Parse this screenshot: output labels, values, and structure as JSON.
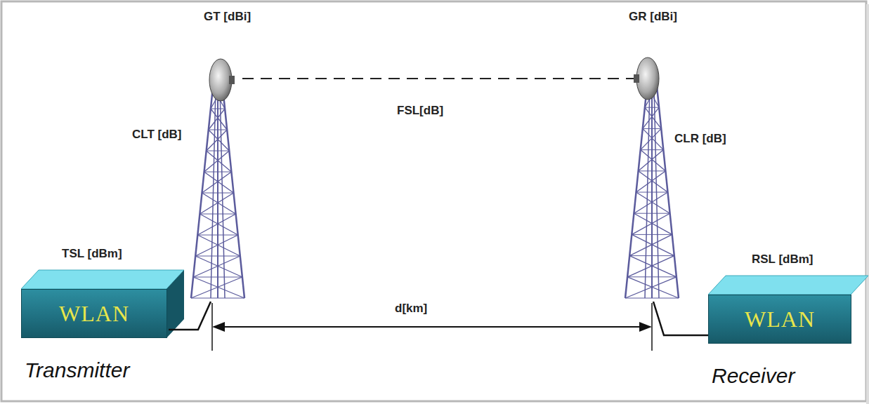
{
  "diagram": {
    "nodes": [
      {
        "text": [
          "WLAN",
          "Transmitter"
        ]
      },
      {
        "text": [
          "WLAN",
          "Receiver"
        ]
      }
    ],
    "labels": [
      "GT [dBi]",
      "GR [dBi]",
      "FSL[dB]",
      "CLT [dB]",
      "CLR [dB]",
      "TSL [dBm]",
      "RSL [dBm]",
      "d[km]"
    ]
  }
}
